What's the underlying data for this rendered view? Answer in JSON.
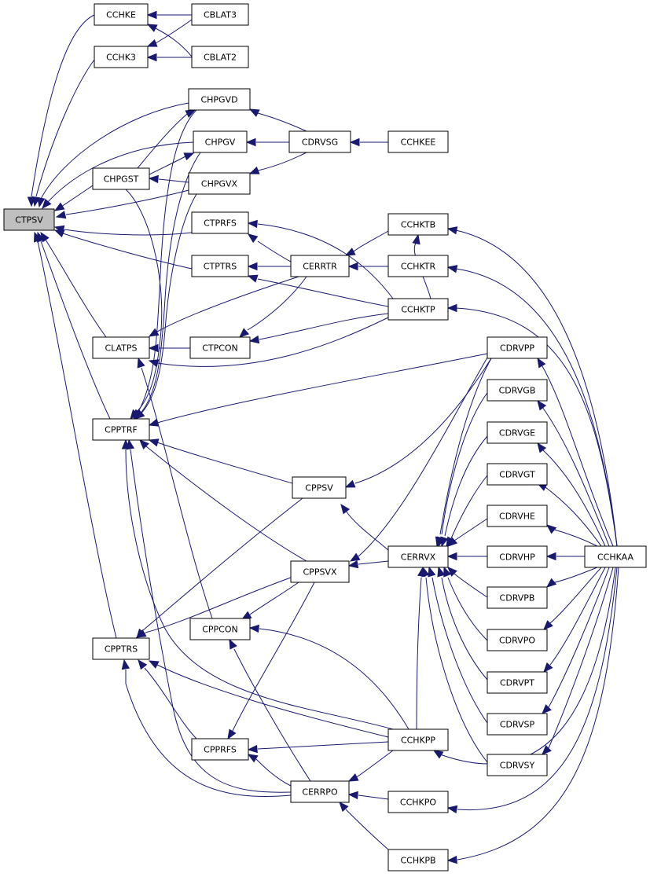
{
  "graph": {
    "edge_color": "#191970",
    "highlight_fill": "#bfbfbf",
    "nodes": {
      "CTPSV": "CTPSV",
      "CCHKE": "CCHKE",
      "CCHK3": "CCHK3",
      "CBLAT3": "CBLAT3",
      "CBLAT2": "CBLAT2",
      "CHPGVD": "CHPGVD",
      "CHPGV": "CHPGV",
      "CHPGST": "CHPGST",
      "CHPGVX": "CHPGVX",
      "CDRVSG": "CDRVSG",
      "CCHKEE": "CCHKEE",
      "CTPRFS": "CTPRFS",
      "CTPTRS": "CTPTRS",
      "CERRTR": "CERRTR",
      "CCHKTB": "CCHKTB",
      "CCHKTR": "CCHKTR",
      "CCHKTP": "CCHKTP",
      "CLATPS": "CLATPS",
      "CTPCON": "CTPCON",
      "CDRVPP": "CDRVPP",
      "CDRVGB": "CDRVGB",
      "CDRVGE": "CDRVGE",
      "CDRVGT": "CDRVGT",
      "CDRVHE": "CDRVHE",
      "CDRVHP": "CDRVHP",
      "CDRVPB": "CDRVPB",
      "CDRVPO": "CDRVPO",
      "CDRVPT": "CDRVPT",
      "CDRVSP": "CDRVSP",
      "CDRVSY": "CDRVSY",
      "CPPTRF": "CPPTRF",
      "CPPSV": "CPPSV",
      "CPPSVX": "CPPSVX",
      "CERRVX": "CERRVX",
      "CCHKAA": "CCHKAA",
      "CPPCON": "CPPCON",
      "CPPTRS": "CPPTRS",
      "CPPRFS": "CPPRFS",
      "CCHKPP": "CCHKPP",
      "CERRPO": "CERRPO",
      "CCHKPO": "CCHKPO",
      "CCHKPB": "CCHKPB"
    }
  }
}
